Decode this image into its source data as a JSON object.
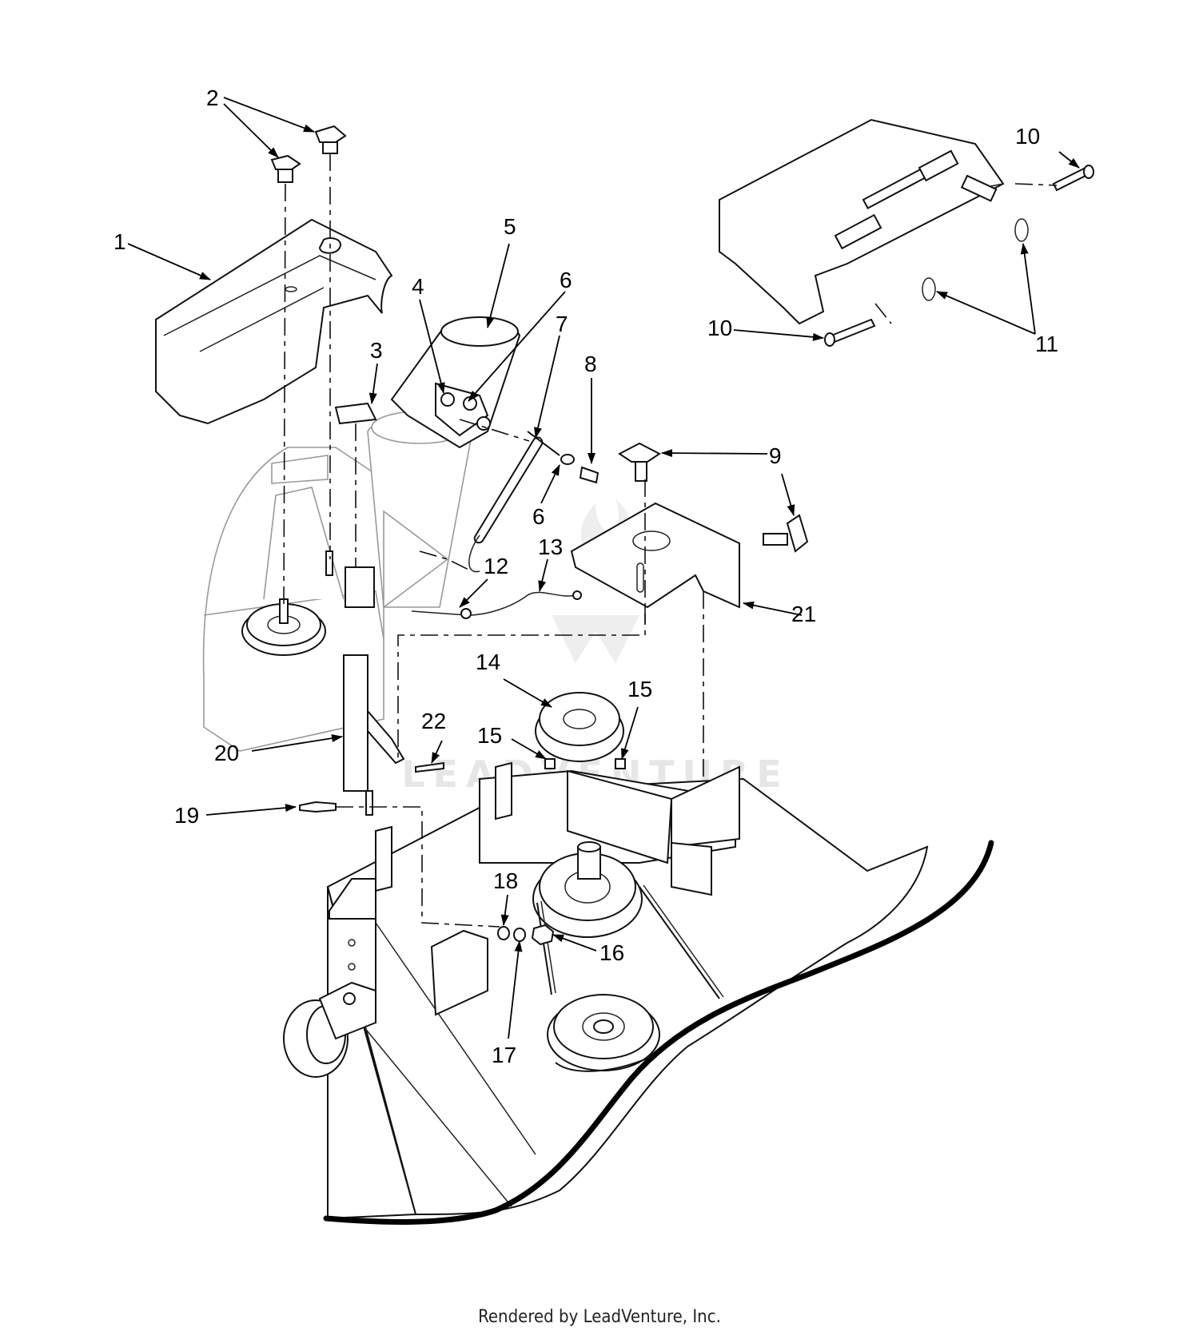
{
  "watermark": "LEADVENTURE",
  "footer": "Rendered by LeadVenture, Inc.",
  "callouts": [
    {
      "id": "c1",
      "text": "1"
    },
    {
      "id": "c2",
      "text": "2"
    },
    {
      "id": "c3",
      "text": "3"
    },
    {
      "id": "c4",
      "text": "4"
    },
    {
      "id": "c5",
      "text": "5"
    },
    {
      "id": "c6a",
      "text": "6"
    },
    {
      "id": "c6b",
      "text": "6"
    },
    {
      "id": "c7",
      "text": "7"
    },
    {
      "id": "c8",
      "text": "8"
    },
    {
      "id": "c9",
      "text": "9"
    },
    {
      "id": "c10a",
      "text": "10"
    },
    {
      "id": "c10b",
      "text": "10"
    },
    {
      "id": "c11",
      "text": "11"
    },
    {
      "id": "c12",
      "text": "12"
    },
    {
      "id": "c13",
      "text": "13"
    },
    {
      "id": "c14",
      "text": "14"
    },
    {
      "id": "c15a",
      "text": "15"
    },
    {
      "id": "c15b",
      "text": "15"
    },
    {
      "id": "c16",
      "text": "16"
    },
    {
      "id": "c17",
      "text": "17"
    },
    {
      "id": "c18",
      "text": "18"
    },
    {
      "id": "c19",
      "text": "19"
    },
    {
      "id": "c20",
      "text": "20"
    },
    {
      "id": "c21",
      "text": "21"
    },
    {
      "id": "c22",
      "text": "22"
    }
  ]
}
